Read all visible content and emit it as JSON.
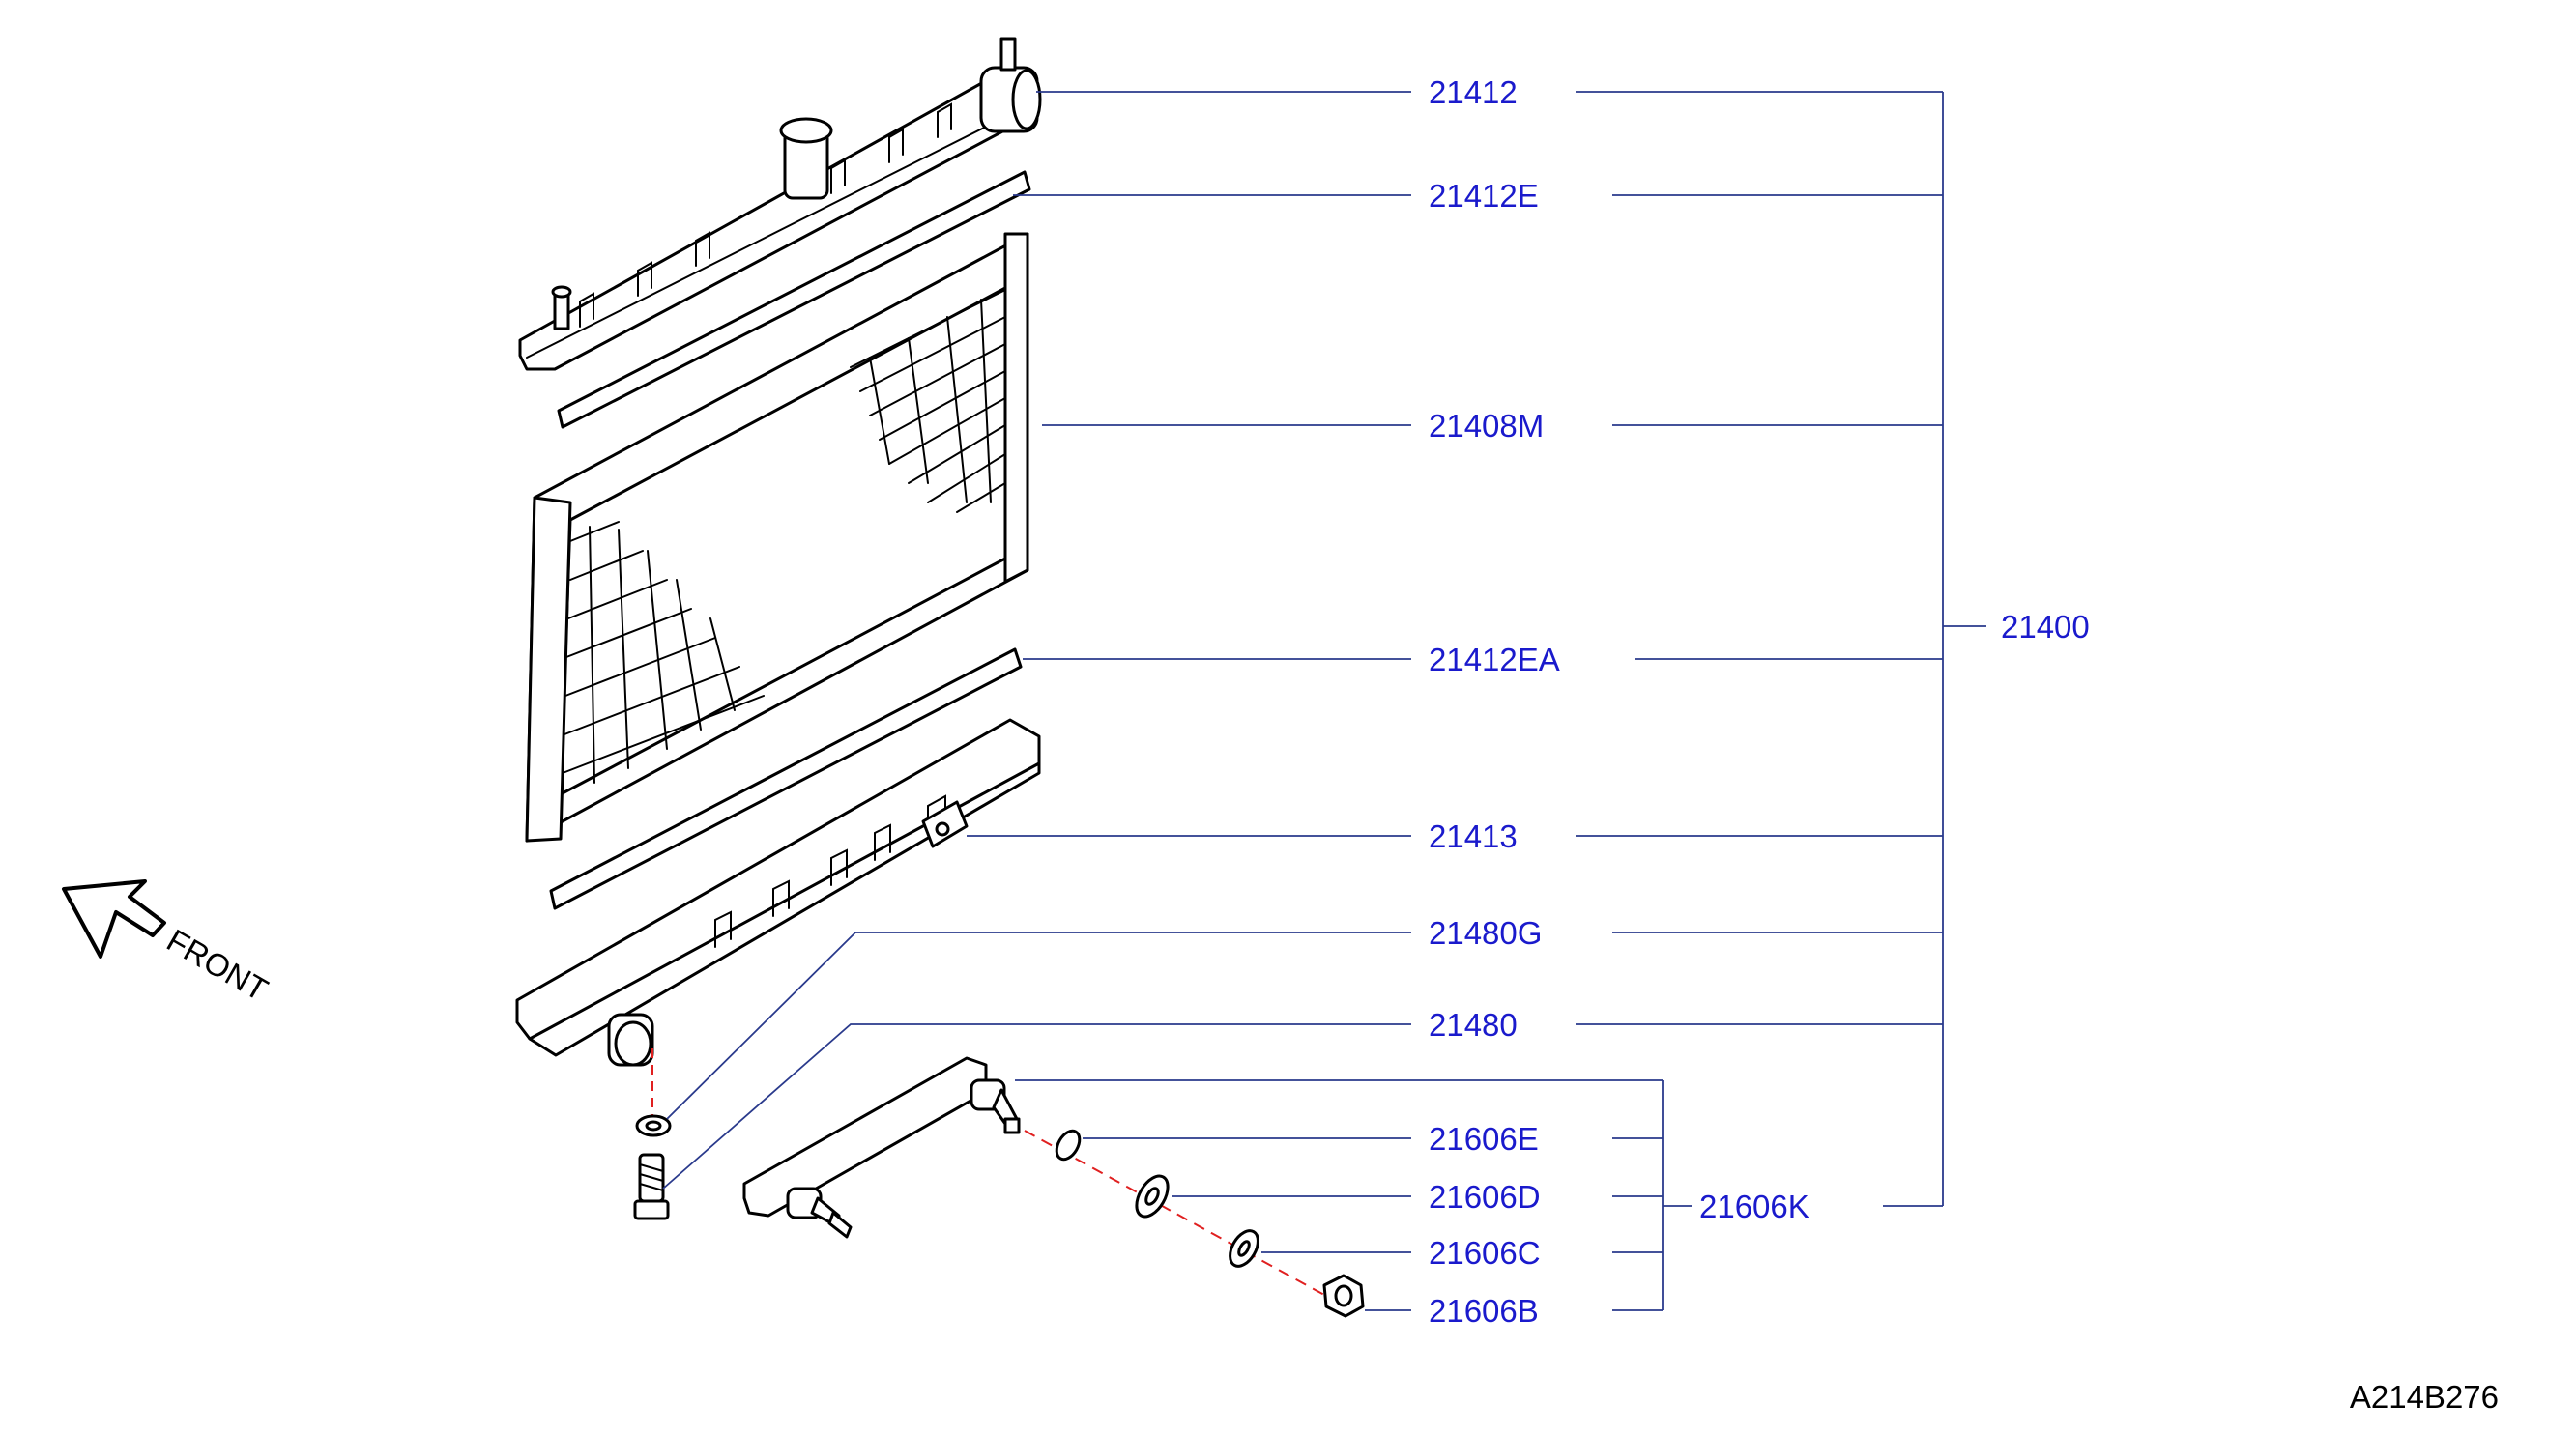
{
  "colors": {
    "label": "#1a1acc",
    "leader": "#2a3a8c",
    "art": "#000000",
    "axis_dash": "#e02020"
  },
  "icons": [
    "front-arrow-icon"
  ],
  "diagram": {
    "front_label": "FRONT",
    "code": "A214B276",
    "parts": {
      "p21412": "21412",
      "p21412E": "21412E",
      "p21408M": "21408M",
      "p21412EA": "21412EA",
      "p21413": "21413",
      "p21480G": "21480G",
      "p21480": "21480",
      "p21606E": "21606E",
      "p21606D": "21606D",
      "p21606C": "21606C",
      "p21606B": "21606B",
      "p21606K": "21606K",
      "p21400": "21400"
    }
  }
}
